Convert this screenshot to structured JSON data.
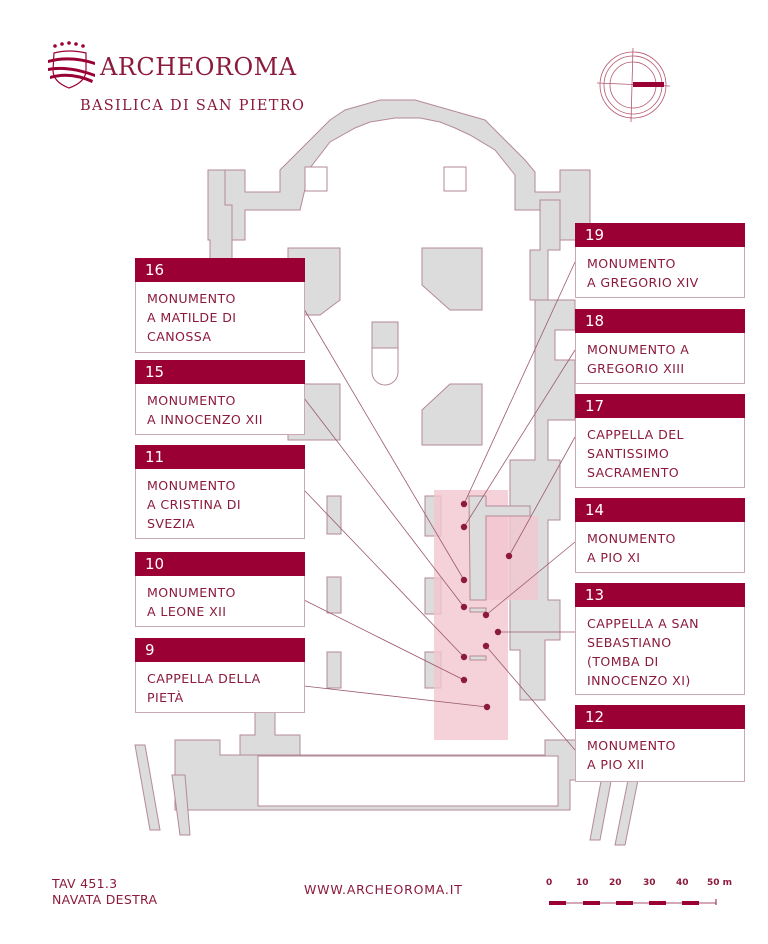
{
  "header": {
    "brand": "ARCHEOROMA",
    "subtitle": "BASILICA DI SAN PIETRO",
    "logo_icon": "crest-shield-icon",
    "compass_icon": "compass-rose-icon"
  },
  "colors": {
    "accent": "#9a0034",
    "text": "#8b1a3c",
    "plan_fill": "#dcdcdc",
    "plan_stroke": "#b58a98",
    "highlight": "#f2c6cf"
  },
  "legend": [
    {
      "num": "16",
      "label": "MONUMENTO\nA MATILDE DI\nCANOSSA",
      "side": "left"
    },
    {
      "num": "15",
      "label": "MONUMENTO\nA INNOCENZO XII",
      "side": "left"
    },
    {
      "num": "11",
      "label": "MONUMENTO\nA CRISTINA DI\nSVEZIA",
      "side": "left"
    },
    {
      "num": "10",
      "label": "MONUMENTO\nA LEONE XII",
      "side": "left"
    },
    {
      "num": "9",
      "label": "CAPPELLA DELLA\nPIETÀ",
      "side": "left"
    },
    {
      "num": "19",
      "label": "MONUMENTO\nA GREGORIO XIV",
      "side": "right"
    },
    {
      "num": "18",
      "label": "MONUMENTO A\nGREGORIO XIII",
      "side": "right"
    },
    {
      "num": "17",
      "label": "CAPPELLA DEL\nSANTISSIMO\nSACRAMENTO",
      "side": "right"
    },
    {
      "num": "14",
      "label": "MONUMENTO\nA PIO XI",
      "side": "right"
    },
    {
      "num": "13",
      "label": "CAPPELLA A SAN\nSEBASTIANO\n(TOMBA DI\nINNOCENZO XI)",
      "side": "right"
    },
    {
      "num": "12",
      "label": "MONUMENTO\nA PIO XII",
      "side": "right"
    }
  ],
  "footer": {
    "plate": "TAV 451.3",
    "section": "NAVATA DESTRA",
    "url": "WWW.ARCHEOROMA.IT"
  },
  "scale_bar": {
    "ticks": [
      "0",
      "10",
      "20",
      "30",
      "40",
      "50 m"
    ]
  }
}
